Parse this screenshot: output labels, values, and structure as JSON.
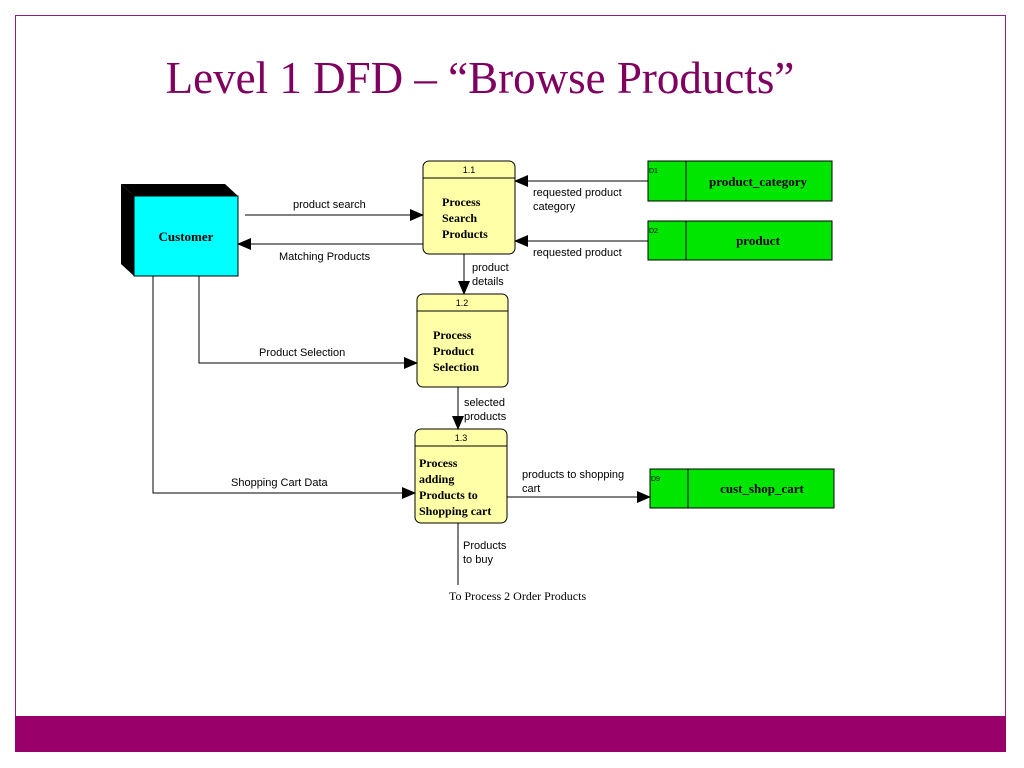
{
  "slide": {
    "title": "Level 1 DFD – “Browse Products”",
    "accent_color": "#99006a",
    "title_color": "#800060"
  },
  "colors": {
    "entity_fill": "#00ffff",
    "process_fill": "#ffffa8",
    "store_fill": "#00e600"
  },
  "entities": {
    "customer": "Customer"
  },
  "processes": [
    {
      "id": "1.1",
      "lines": [
        "Process",
        "Search",
        "Products"
      ]
    },
    {
      "id": "1.2",
      "lines": [
        "Process",
        "Product",
        "Selection"
      ]
    },
    {
      "id": "1.3",
      "lines": [
        "Process",
        "adding",
        "Products to",
        "Shopping cart"
      ]
    }
  ],
  "stores": [
    {
      "id": "D1",
      "name": "product_category"
    },
    {
      "id": "D2",
      "name": "product"
    },
    {
      "id": "D9",
      "name": "cust_shop_cart"
    }
  ],
  "flows": {
    "product_search": "product search",
    "matching_products": "Matching Products",
    "requested_category": [
      "requested product",
      "category"
    ],
    "requested_product": "requested product",
    "product_details": [
      "product",
      "details"
    ],
    "product_selection": "Product Selection",
    "selected_products": [
      "selected",
      "products"
    ],
    "shopping_cart_data": "Shopping Cart Data",
    "products_to_cart": [
      "products to shopping",
      "cart"
    ],
    "products_to_buy": [
      "Products",
      "to buy"
    ]
  },
  "footer_note": "To Process 2 Order Products"
}
